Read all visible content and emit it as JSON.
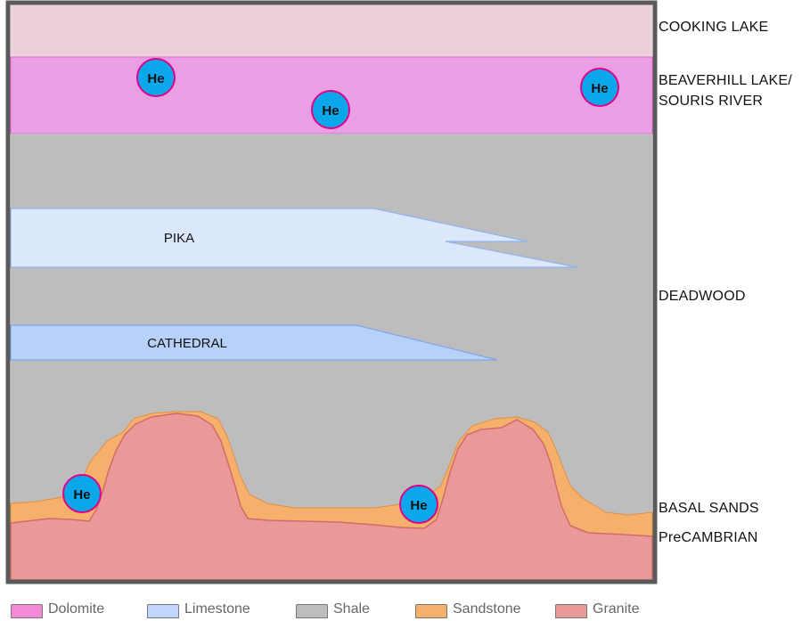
{
  "colors": {
    "cooking_lake": "#ecd0dc",
    "dolomite": "#ea9fe5",
    "shale": "#bdbdbd",
    "limestone_light": "#dbe7fb",
    "limestone": "#b8d1f8",
    "sandstone": "#f5b06c",
    "granite": "#ea9999",
    "helium": "#0aa7ea",
    "helium_border": "#e0008a",
    "frame": "#5a5a5a"
  },
  "formations": {
    "cooking_lake": "COOKING LAKE",
    "beaverhill_line1": "BEAVERHILL LAKE/",
    "beaverhill_line2": "SOURIS RIVER",
    "deadwood": "DEADWOOD",
    "basal_sands": "BASAL SANDS",
    "precambrian": "PreCAMBRIAN"
  },
  "inner_labels": {
    "pika": "PIKA",
    "cathedral": "CATHEDRAL"
  },
  "helium_marker": "He",
  "legend": [
    {
      "label": "Dolomite",
      "color": "#f58ad8"
    },
    {
      "label": "Limestone",
      "color": "#c2d6fb"
    },
    {
      "label": "Shale",
      "color": "#bdbdbd"
    },
    {
      "label": "Sandstone",
      "color": "#f5b06c"
    },
    {
      "label": "Granite",
      "color": "#ea9999"
    }
  ]
}
